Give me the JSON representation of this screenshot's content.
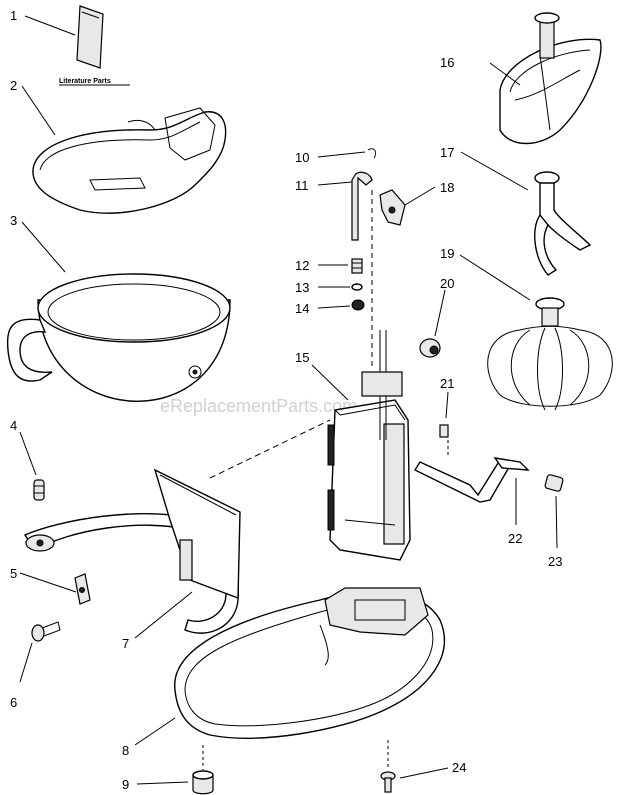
{
  "callouts": [
    {
      "id": "c1",
      "label": "1"
    },
    {
      "id": "c2",
      "label": "2"
    },
    {
      "id": "c3",
      "label": "3"
    },
    {
      "id": "c4",
      "label": "4"
    },
    {
      "id": "c5",
      "label": "5"
    },
    {
      "id": "c6",
      "label": "6"
    },
    {
      "id": "c7",
      "label": "7"
    },
    {
      "id": "c8",
      "label": "8"
    },
    {
      "id": "c9",
      "label": "9"
    },
    {
      "id": "c10",
      "label": "10"
    },
    {
      "id": "c11",
      "label": "11"
    },
    {
      "id": "c12",
      "label": "12"
    },
    {
      "id": "c13",
      "label": "13"
    },
    {
      "id": "c14",
      "label": "14"
    },
    {
      "id": "c15",
      "label": "15"
    },
    {
      "id": "c16",
      "label": "16"
    },
    {
      "id": "c17",
      "label": "17"
    },
    {
      "id": "c18",
      "label": "18"
    },
    {
      "id": "c19",
      "label": "19"
    },
    {
      "id": "c20",
      "label": "20"
    },
    {
      "id": "c21",
      "label": "21"
    },
    {
      "id": "c22",
      "label": "22"
    },
    {
      "id": "c23",
      "label": "23"
    },
    {
      "id": "c24",
      "label": "24"
    }
  ],
  "literature_label": "Literature Parts",
  "watermark": "eReplacementParts.com"
}
